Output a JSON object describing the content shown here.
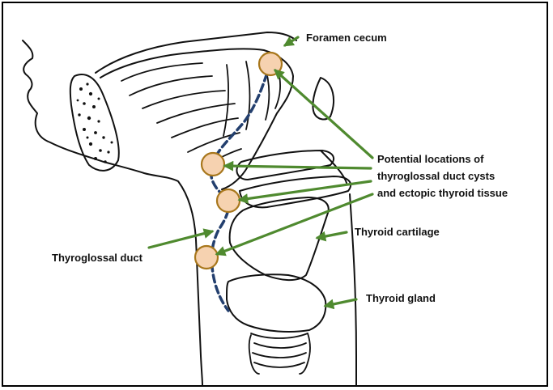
{
  "labels": {
    "foramen_cecum": "Foramen cecum",
    "potential_line1": "Potential locations of",
    "potential_line2": "thyroglossal duct cysts",
    "potential_line3": "and ectopic thyroid tissue",
    "thyroid_cartilage": "Thyroid cartilage",
    "thyroglossal_duct": "Thyroglossal duct",
    "thyroid_gland": "Thyroid gland"
  },
  "colors": {
    "pointer_arrows": "#4f8a2f",
    "duct_path": "#233f6e",
    "location_fill": "#f6d2b0",
    "location_stroke": "#a8771c",
    "outline": "#111111"
  }
}
